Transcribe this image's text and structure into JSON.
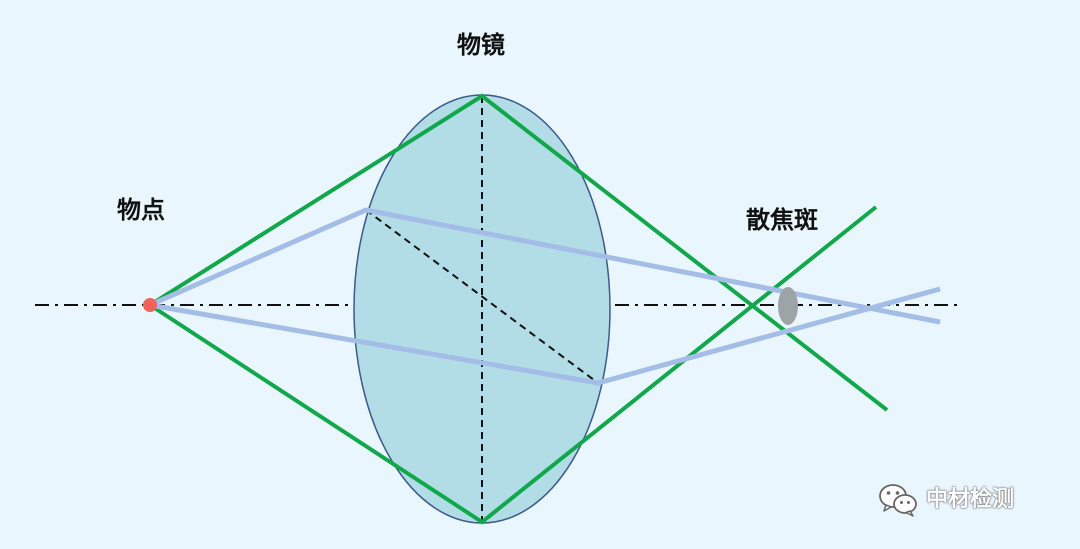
{
  "labels": {
    "lens": "物镜",
    "object_point": "物点",
    "blur_spot": "散焦斑"
  },
  "watermark": {
    "text": "中材检测",
    "icon": "wechat-icon"
  },
  "colors": {
    "background": "#eaf6fd",
    "lens_fill": "#b2dde6",
    "lens_stroke": "#3c5a8c",
    "green_rays": "#10a84a",
    "blue_rays": "#a4bde6",
    "object_point": "#f0625a",
    "blur_spot": "#9ea3a8",
    "axis": "#111111"
  }
}
